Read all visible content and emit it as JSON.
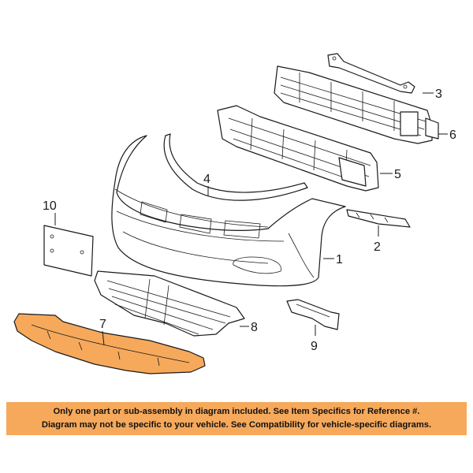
{
  "colors": {
    "highlight_part": "#f6a95b",
    "disclaimer_background": "#f6a95b",
    "line": "#1a1a1a"
  },
  "callouts": [
    {
      "id": "1",
      "label": "1"
    },
    {
      "id": "2",
      "label": "2"
    },
    {
      "id": "3",
      "label": "3"
    },
    {
      "id": "4",
      "label": "4"
    },
    {
      "id": "5",
      "label": "5"
    },
    {
      "id": "6",
      "label": "6"
    },
    {
      "id": "7",
      "label": "7"
    },
    {
      "id": "8",
      "label": "8"
    },
    {
      "id": "9",
      "label": "9"
    },
    {
      "id": "10",
      "label": "10"
    }
  ],
  "highlighted_callout": "7",
  "disclaimer": {
    "line1": "Only one part or sub-assembly in diagram included. See Item Specifics for Reference #.",
    "line2": "Diagram may not be specific to your vehicle. See Compatibility for vehicle-specific diagrams."
  }
}
